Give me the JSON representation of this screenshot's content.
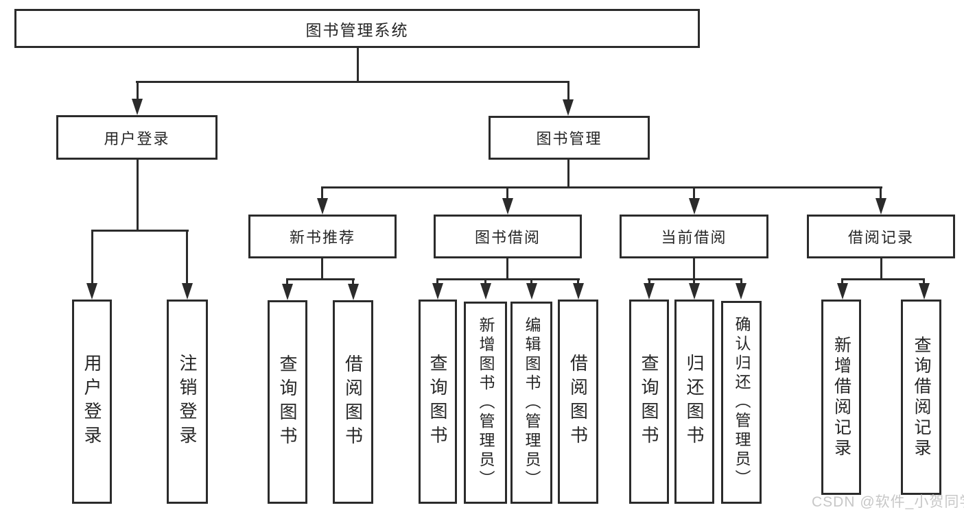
{
  "tree": {
    "label": "图书管理系统",
    "children": [
      {
        "label": "用户登录",
        "children": [
          {
            "label": "用户登录"
          },
          {
            "label": "注销登录"
          }
        ]
      },
      {
        "label": "图书管理",
        "children": [
          {
            "label": "新书推荐",
            "children": [
              {
                "label": "查询图书"
              },
              {
                "label": "借阅图书"
              }
            ]
          },
          {
            "label": "图书借阅",
            "children": [
              {
                "label": "查询图书"
              },
              {
                "label": "新增图书（管理员）"
              },
              {
                "label": "编辑图书（管理员）"
              },
              {
                "label": "借阅图书"
              }
            ]
          },
          {
            "label": "当前借阅",
            "children": [
              {
                "label": "查询图书"
              },
              {
                "label": "归还图书"
              },
              {
                "label": "确认归还（管理员）"
              }
            ]
          },
          {
            "label": "借阅记录",
            "children": [
              {
                "label": "新增借阅记录"
              },
              {
                "label": "查询借阅记录"
              }
            ]
          }
        ]
      }
    ]
  },
  "watermark": "CSDN @软件_小贺同学",
  "colors": {
    "line": "#2b2b2b",
    "box_border": "#2b2b2b",
    "text": "#262626",
    "watermark": "#c7c7c7",
    "background": "#ffffff"
  }
}
